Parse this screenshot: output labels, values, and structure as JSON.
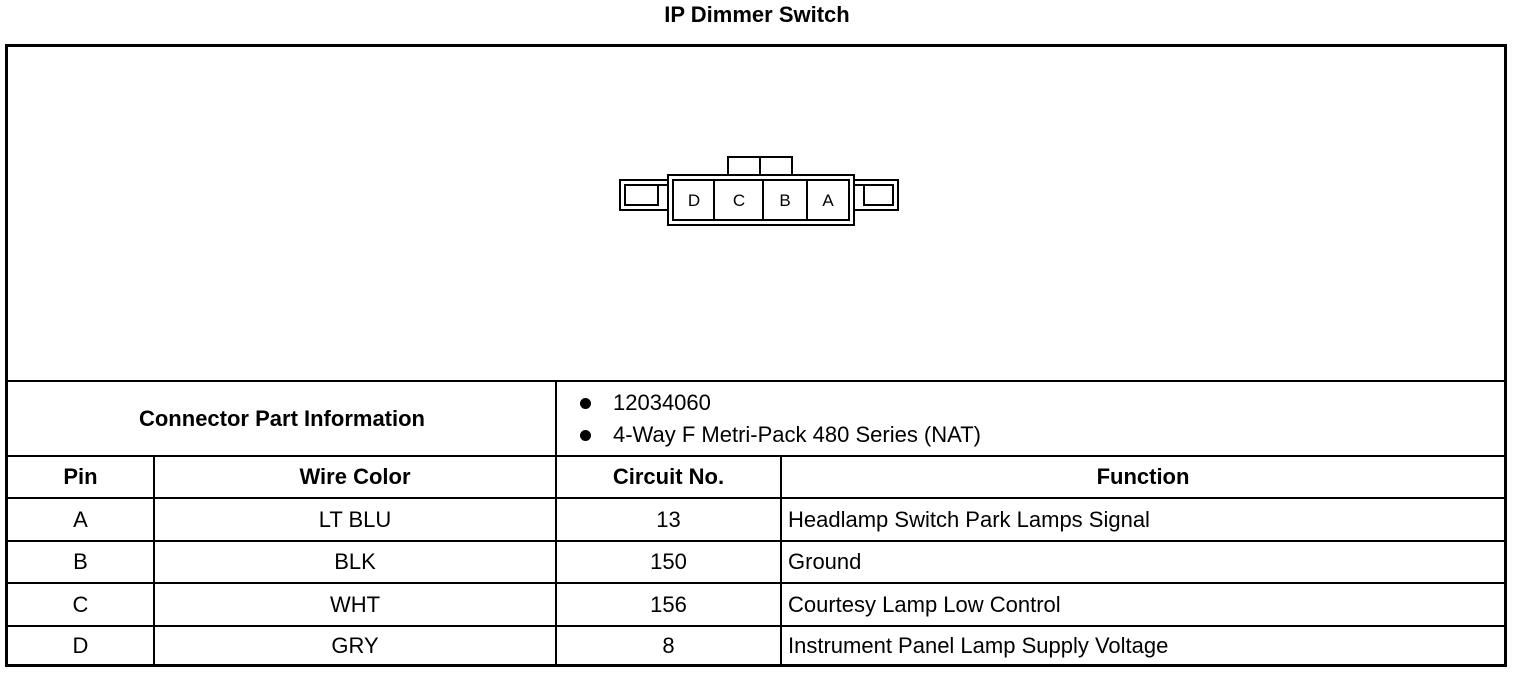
{
  "title": "IP Dimmer Switch",
  "connector": {
    "pins": [
      "D",
      "C",
      "B",
      "A"
    ]
  },
  "connector_part_info": {
    "label": "Connector Part Information",
    "items": [
      "12034060",
      "4-Way F Metri-Pack 480 Series (NAT)"
    ]
  },
  "table": {
    "headers": [
      "Pin",
      "Wire Color",
      "Circuit No.",
      "Function"
    ],
    "rows": [
      [
        "A",
        "LT BLU",
        "13",
        "Headlamp Switch Park Lamps Signal"
      ],
      [
        "B",
        "BLK",
        "150",
        "Ground"
      ],
      [
        "C",
        "WHT",
        "156",
        "Courtesy Lamp Low Control"
      ],
      [
        "D",
        "GRY",
        "8",
        "Instrument Panel Lamp Supply Voltage"
      ]
    ]
  }
}
